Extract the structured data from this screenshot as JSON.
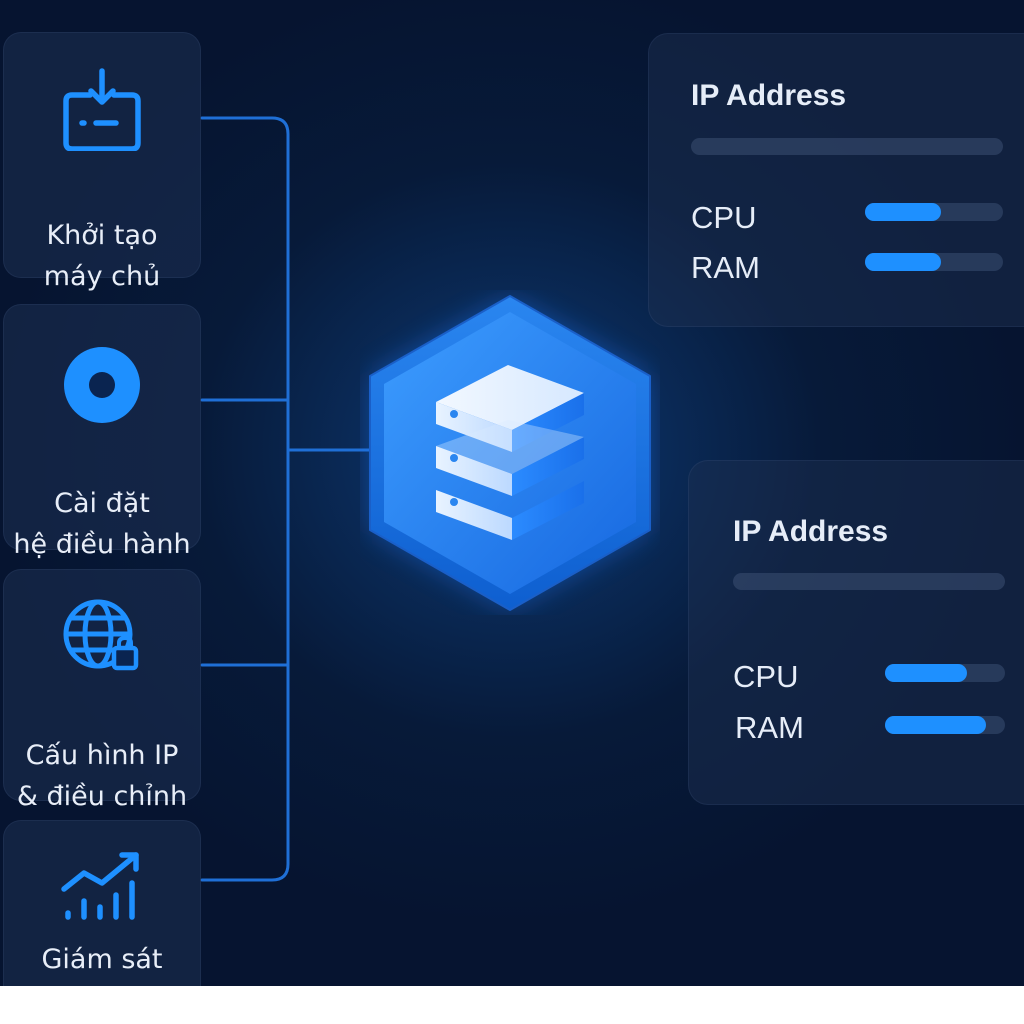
{
  "steps": [
    {
      "id": "provision",
      "label_lines": [
        "Khởi tạo",
        "máy chủ"
      ],
      "icon": "download-tray-icon"
    },
    {
      "id": "install-os",
      "label_lines": [
        "Cài đặt",
        "hệ điều hành"
      ],
      "icon": "disc-icon"
    },
    {
      "id": "configure-ip",
      "label_lines": [
        "Cấu hình IP",
        "& điều chỉnh"
      ],
      "icon": "globe-lock-icon"
    },
    {
      "id": "monitor",
      "label_lines": [
        "Giám sát"
      ],
      "icon": "growth-chart-icon"
    }
  ],
  "hub": {
    "icon": "server-stack-icon"
  },
  "stat_cards": [
    {
      "title": "IP Address",
      "metrics": [
        {
          "label": "CPU",
          "value": 0.55
        },
        {
          "label": "RAM",
          "value": 0.55
        }
      ]
    },
    {
      "title": "IP Address",
      "metrics": [
        {
          "label": "CPU",
          "value": 0.68
        },
        {
          "label": "RAM",
          "value": 0.84
        }
      ]
    }
  ],
  "colors": {
    "accent": "#1e90ff",
    "background": "#071a39",
    "text": "#e8eef8"
  }
}
